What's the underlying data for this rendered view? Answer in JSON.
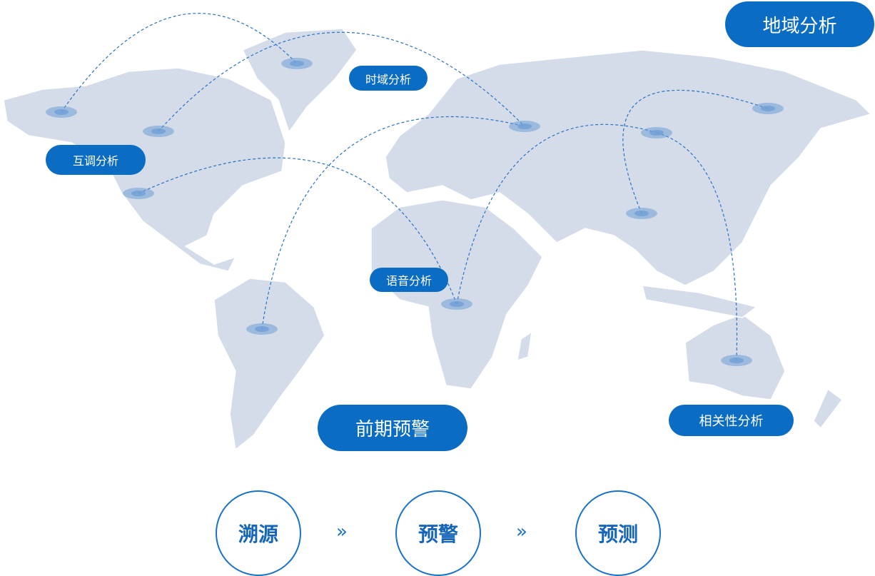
{
  "labels": {
    "region": "地域分析",
    "time": "时域分析",
    "intermod": "互调分析",
    "voice": "语音分析",
    "early": "前期预警",
    "corr": "相关性分析"
  },
  "flow": {
    "steps": [
      "溯源",
      "预警",
      "预测"
    ],
    "separator": "»"
  },
  "colors": {
    "accent": "#0b6cc4",
    "land": "#d3dce8",
    "hotspot": "#6f9fd6"
  }
}
